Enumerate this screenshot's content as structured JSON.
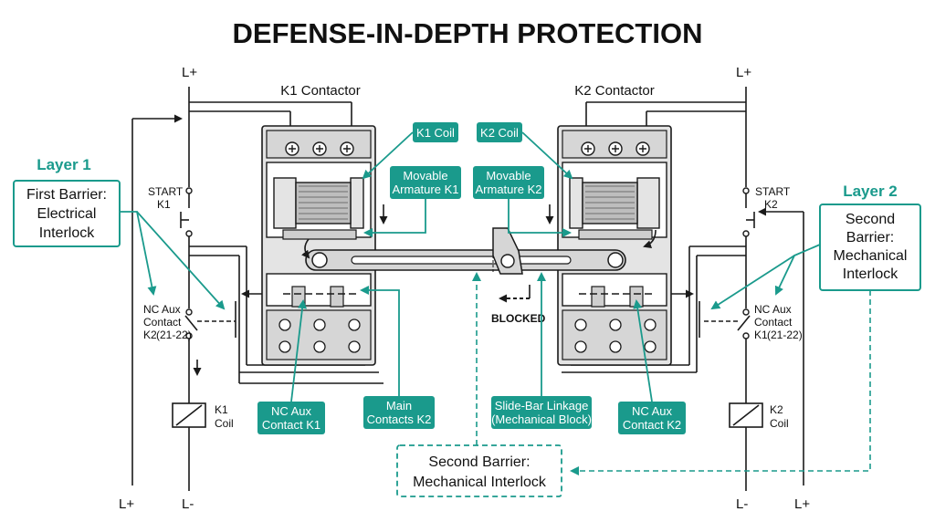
{
  "title": "DEFENSE-IN-DEPTH PROTECTION",
  "colors": {
    "accent": "#1a9a8c",
    "ink": "#1a1a1a",
    "housing": "#e4e4e4"
  },
  "rails": {
    "l_plus": "L+",
    "l_minus": "L-"
  },
  "k1": {
    "heading": "K1 Contactor",
    "start_line1": "START",
    "start_line2": "K1",
    "nc_line1": "NC Aux",
    "nc_line2": "Contact",
    "nc_line3": "K2",
    "nc_ref": "(21-22)",
    "coil_line1": "K1",
    "coil_line2": "Coil"
  },
  "k2": {
    "heading": "K2 Contactor",
    "start_line1": "START",
    "start_line2": "K2",
    "nc_line1": "NC Aux",
    "nc_line2": "Contact",
    "nc_line3": "K1",
    "nc_ref": "(21-22)",
    "coil_line1": "K2",
    "coil_line2": "Coil"
  },
  "layer1": {
    "label": "Layer 1",
    "line1": "First Barrier:",
    "line2": "Electrical",
    "line3": "Interlock"
  },
  "layer2": {
    "label": "Layer 2",
    "line1": "Second",
    "line2": "Barrier:",
    "line3": "Mechanical",
    "line4": "Interlock"
  },
  "tags": {
    "k1_coil": "K1 Coil",
    "k2_coil": "K2 Coil",
    "armature_k1_line1": "Movable",
    "armature_k1_line2": "Armature K1",
    "armature_k2_line1": "Movable",
    "armature_k2_line2": "Armature K2",
    "nc_aux_k1_line1": "NC Aux",
    "nc_aux_k1_line2": "Contact K1",
    "main_contacts_line1": "Main",
    "main_contacts_line2": "Contacts K2",
    "slidebar_line1": "Slide-Bar Linkage",
    "slidebar_line2": "(Mechanical Block)",
    "nc_aux_k2_line1": "NC Aux",
    "nc_aux_k2_line2": "Contact K2"
  },
  "blocked": "BLOCKED",
  "bottom_box": {
    "line1": "Second Barrier:",
    "line2": "Mechanical Interlock"
  }
}
